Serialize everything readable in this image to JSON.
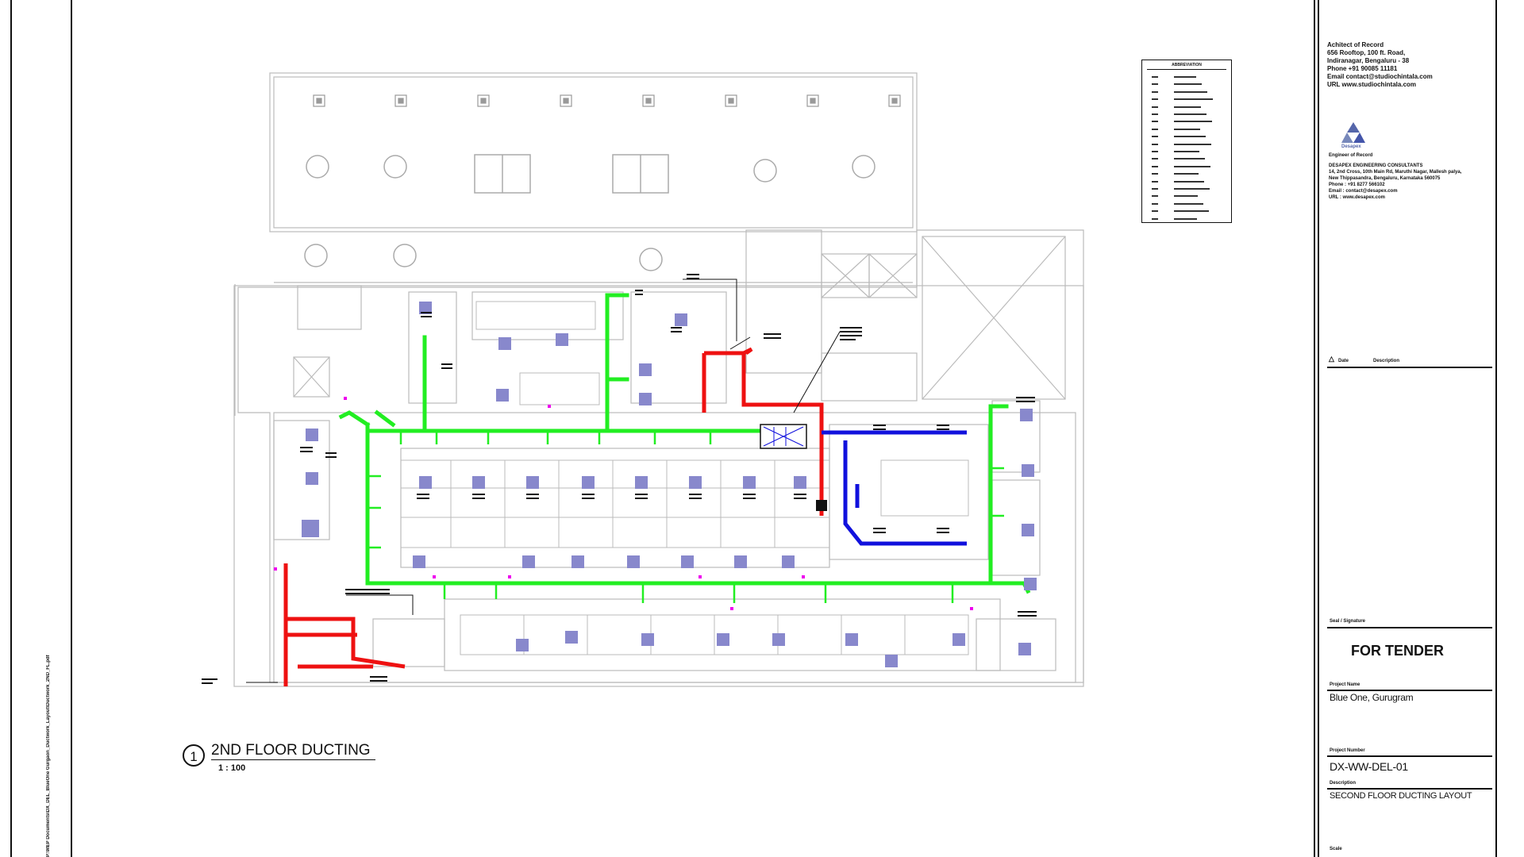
{
  "drawing": {
    "view_number": "1",
    "view_title": "2ND FLOOR DUCTING",
    "view_scale": "1 : 100",
    "side_path": "P:\\MEP Documents\\DX_DEL_BlueOne Gurgaon_Ductwork_Layout\\Ductwork_2ND_FL.pdf"
  },
  "legend": {
    "title": "ABBREVIATION",
    "rows": 20
  },
  "title_block": {
    "architect_label": "Achitect of Record",
    "architect_lines": [
      "656 Rooftop, 100 ft. Road,",
      "Indiranagar, Bengaluru - 38",
      "Phone    +91 90085 11181",
      "Email contact@studiochintala.com",
      "URL    www.studiochintala.com"
    ],
    "engineer_logo_text": "Desapex",
    "engineer_label": "Engineer of Record",
    "engineer_lines": [
      "DESAPEX ENGINEERING CONSULTANTS",
      "14, 2nd Cross, 10th Main Rd, Maruthi Nagar, Mallesh palya,",
      "New Thippasandra, Bengaluru, Karnataka 560075",
      "Phone : +91 8277 566102",
      "Email : contact@desapex.com",
      "URL : www.desapex.com"
    ],
    "revision_header_delta": "△",
    "revision_header_date": "Date",
    "revision_header_description": "Description",
    "seal_label": "Seal / Signature",
    "status": "FOR TENDER",
    "project_name_label": "Project Name",
    "project_name": "Blue One, Gurugram",
    "project_number_label": "Project Number",
    "project_number": "DX-WW-DEL-01",
    "description_label": "Description",
    "description": "SECOND FLOOR DUCTING LAYOUT",
    "scale_label": "Scale"
  },
  "colors": {
    "supply_duct": "#22ee22",
    "exhaust_duct": "#ee1111",
    "fresh_air_duct": "#1111dd",
    "diffuser": "#8888cc",
    "marker": "#ee00ee",
    "linework": "#bbbbbb"
  }
}
